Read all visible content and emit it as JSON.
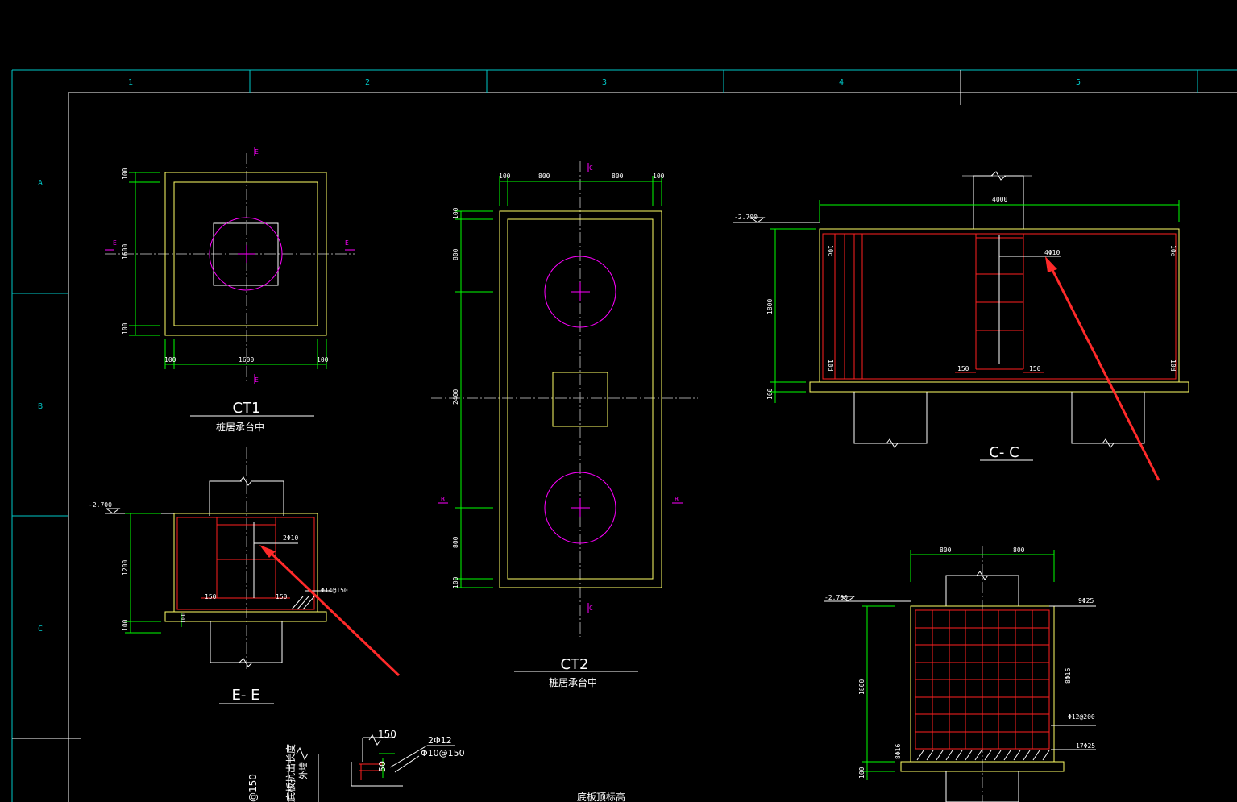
{
  "columns": [
    "1",
    "2",
    "3",
    "4",
    "5"
  ],
  "rows": [
    "A",
    "B",
    "C"
  ],
  "colors": {
    "grid": "#00c8c8",
    "frame": "#ffffff",
    "concrete": "#ffff66",
    "dimension": "#00ff00",
    "rebar": "#ff2020",
    "pile": "#ff00ff",
    "axis": "#a0a0a0",
    "arrow": "#ff2a2a"
  },
  "ct1": {
    "title": "CT1",
    "subtitle": "桩居承台中",
    "dim_top": "100",
    "dim_side": "1600",
    "dim_bottom": "100",
    "dim_width": "1600",
    "dim_left": "100",
    "dim_right": "100",
    "cut_top": "E",
    "cut_bottom": "E",
    "cut_left": "E",
    "cut_right": "E"
  },
  "ct2": {
    "title": "CT2",
    "subtitle": "桩居承台中",
    "dim_top_1": "100",
    "dim_top_2": "800",
    "dim_top_3": "800",
    "dim_top_4": "100",
    "dim_v_1": "100",
    "dim_v_2": "800",
    "dim_v_3": "2400",
    "dim_v_4": "800",
    "dim_v_5": "100",
    "cut_top": "C",
    "cut_bottom": "C",
    "cut_left": "B",
    "cut_right": "B"
  },
  "section_ee": {
    "title": "E- E",
    "elevation": "-2.700",
    "height": "1200",
    "base": "100",
    "cover": "100",
    "anchor_left": "150",
    "anchor_right": "150",
    "top_bars": "2Φ10",
    "stirrups": "Φ14@150"
  },
  "section_cc": {
    "title": "C- C",
    "elevation": "-2.700",
    "width": "4000",
    "height": "1800",
    "base": "100",
    "top_bars": "4Φ10",
    "anchor_left": "150",
    "anchor_right": "150",
    "edge_lt": "10d",
    "edge_rt": "10d",
    "edge_lb": "10d",
    "edge_rb": "10d"
  },
  "section_b": {
    "elevation": "-2.700",
    "dim_left": "800",
    "dim_right": "800",
    "height": "1800",
    "base": "100",
    "top_bars": "9Φ25",
    "side_bars": "8Φ16",
    "stirrups": "Φ12@200",
    "bottom_bars": "17Φ25",
    "left_bars": "8Φ16"
  },
  "detail": {
    "dim_150": "150",
    "dim_50": "50",
    "bars": "2Φ12",
    "stirrups": "Φ10@150",
    "outer_wall": "外墙",
    "anchor": "底板抗出长度",
    "spacing": "@150",
    "slab_top": "底板顶标高"
  }
}
